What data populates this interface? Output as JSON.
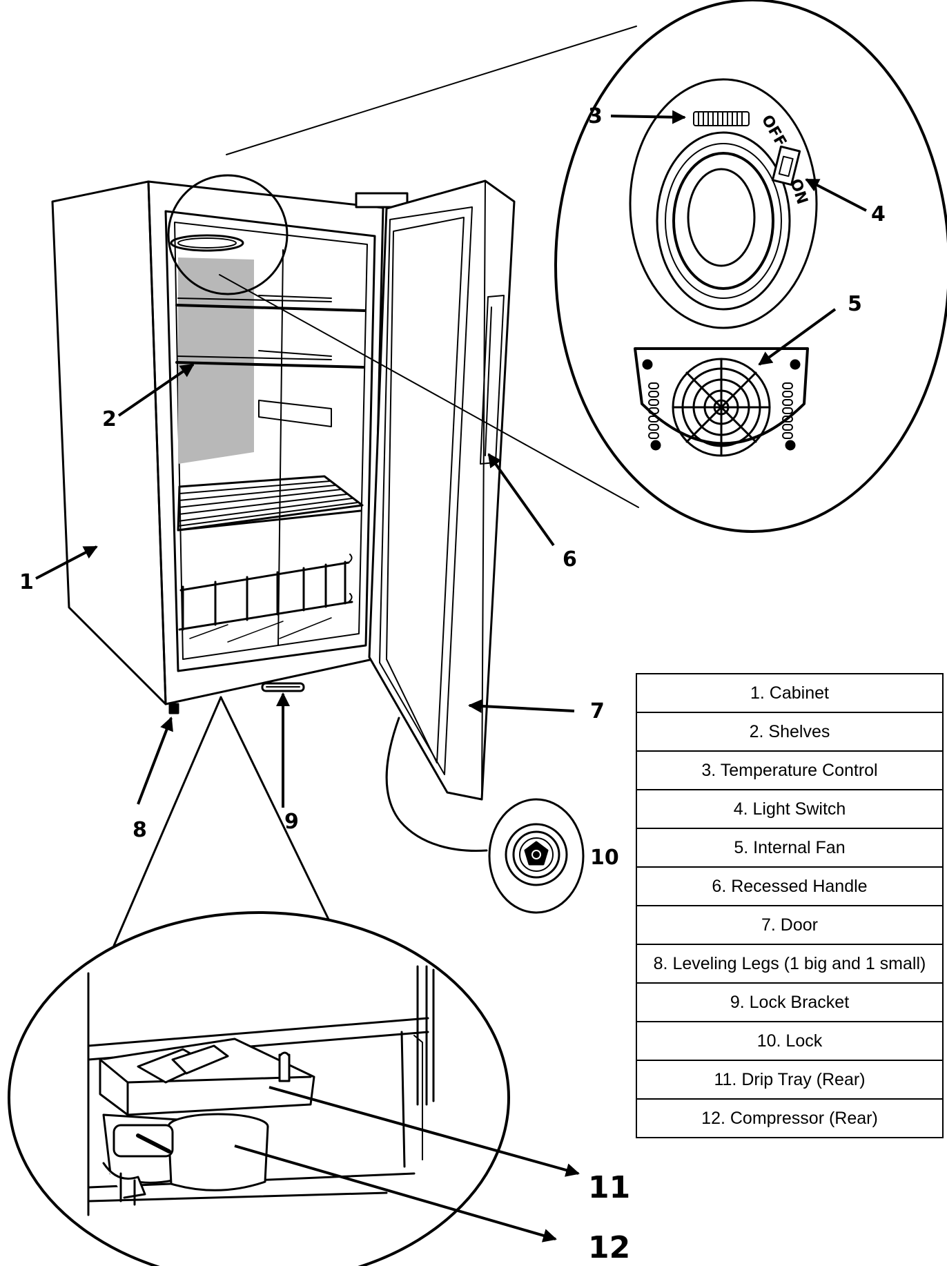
{
  "colors": {
    "ink": "#000000",
    "background": "#ffffff",
    "back_panel_shade": "#b8b8b8"
  },
  "icons": [
    "refrigerator-diagram",
    "temperature-control-dial",
    "light-switch",
    "internal-fan",
    "door-lock",
    "drip-tray",
    "compressor",
    "callout-arrow"
  ],
  "callouts": {
    "c1": "1",
    "c2": "2",
    "c3": "3",
    "c4": "4",
    "c5": "5",
    "c6": "6",
    "c7": "7",
    "c8": "8",
    "c9": "9",
    "c10": "10",
    "c11": "11",
    "c12": "12"
  },
  "switch_labels": {
    "off": "OFF",
    "on": "ON"
  },
  "legend": {
    "rows": [
      "1. Cabinet",
      "2. Shelves",
      "3. Temperature Control",
      "4. Light Switch",
      "5. Internal Fan",
      "6. Recessed Handle",
      "7. Door",
      "8. Leveling Legs (1 big and 1 small)",
      "9. Lock Bracket",
      "10. Lock",
      "11. Drip Tray (Rear)",
      "12. Compressor (Rear)"
    ]
  }
}
